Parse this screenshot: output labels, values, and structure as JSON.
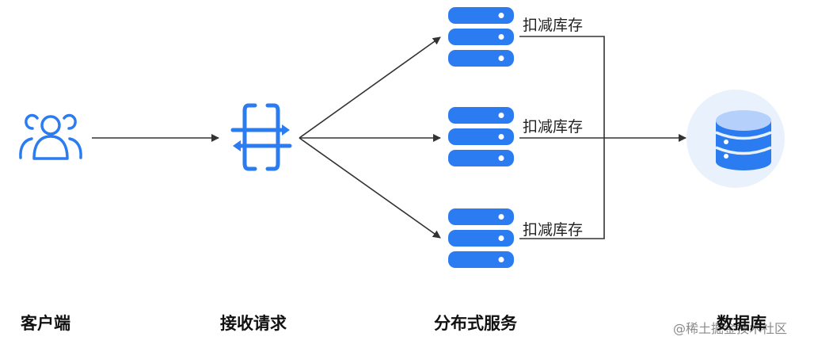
{
  "nodes": {
    "client_label": "客户端",
    "gateway_label": "接收请求",
    "service_label": "分布式服务",
    "database_label": "数据库"
  },
  "edges": {
    "server_top_label": "扣减库存",
    "server_mid_label": "扣减库存",
    "server_bot_label": "扣减库存"
  },
  "watermark": "@稀土掘金技术社区",
  "icons": {
    "client": "users-icon",
    "gateway": "gateway-icon",
    "servers": "server-stack-icon",
    "database": "database-icon"
  },
  "colors": {
    "primary_blue": "#2b7cf0",
    "database_circle": "#e9f1fd",
    "arrow": "#333333"
  }
}
